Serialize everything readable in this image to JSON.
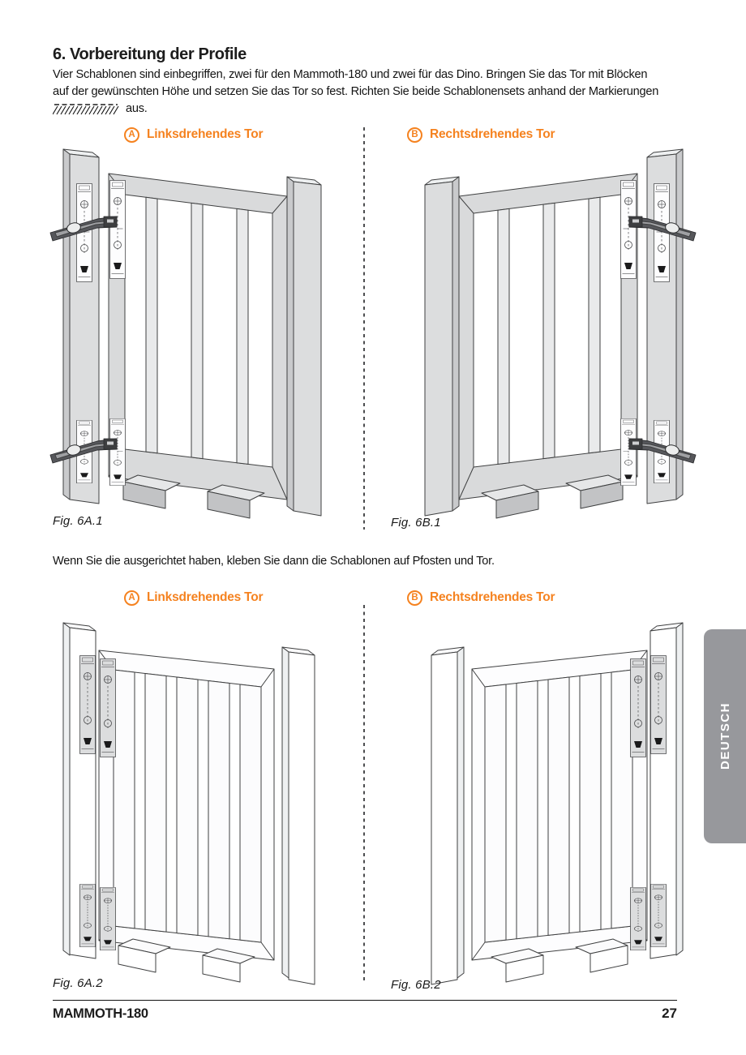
{
  "header": {
    "title": "6. Vorbereitung der Profile",
    "intro": [
      "Vier Schablonen sind einbegriffen, zwei für den Mammoth-180 und zwei für das Dino. Bringen Sie das Tor mit Blöcken",
      "auf der gewünschten Höhe und setzen Sie das Tor so fest. Richten Sie beide Schablonensets anhand der Markierungen"
    ],
    "intro_tail": "aus.",
    "marking_icon": "diagonal-hatch-marking"
  },
  "middle_note": "Wenn Sie die ausgerichtet haben, kleben Sie dann die Schablonen auf Pfosten und Tor.",
  "sections": [
    {
      "badge": "A",
      "label": "Linksdrehendes Tor",
      "caption": "Fig. 6A.1",
      "illustration": "left-hinged gate with Mammoth hinges and templates on post and gate"
    },
    {
      "badge": "B",
      "label": "Rechtsdrehendes Tor",
      "caption": "Fig. 6B.1",
      "illustration": "right-hinged gate with Mammoth hinges and templates on post and gate"
    },
    {
      "badge": "A",
      "label": "Linksdrehendes Tor",
      "caption": "Fig. 6A.2",
      "illustration": "left-hinged gate with templates glued to post and gate"
    },
    {
      "badge": "B",
      "label": "Rechtsdrehendes Tor",
      "caption": "Fig. 6B.2",
      "illustration": "right-hinged gate with templates glued to post and gate"
    }
  ],
  "sidebar_tab": {
    "label": "DEUTSCH"
  },
  "footer": {
    "product": "MAMMOTH-180",
    "page": "27"
  },
  "colors": {
    "accent_orange": "#f5821f",
    "tab_gray": "#97989c",
    "drawing_line": "#3f4041",
    "drawing_fill": "#d9dadb"
  }
}
